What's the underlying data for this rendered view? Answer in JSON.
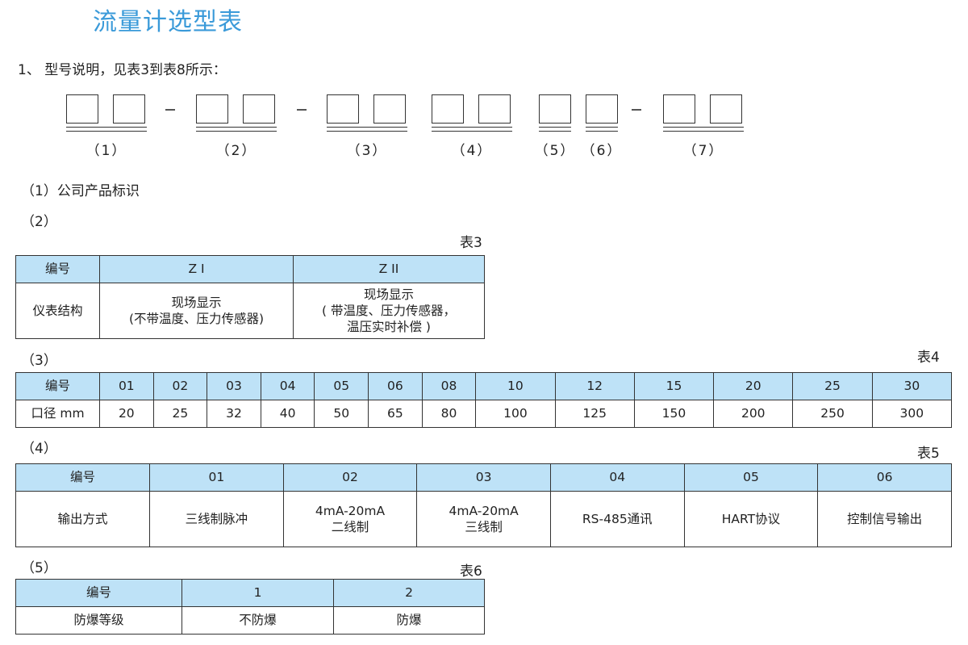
{
  "title": "流量计选型表",
  "intro": "1、 型号说明，见表3到表8所示：",
  "model_groups": [
    "（1）",
    "（2）",
    "（3）",
    "（4）",
    "（5）",
    "（6）",
    "（7）"
  ],
  "sections": {
    "s1": "（1）公司产品标识",
    "s2": "（2）",
    "s3": "（3）",
    "s4": "（4）",
    "s5": "（5）"
  },
  "table3": {
    "label": "表3",
    "header": [
      "编号",
      "Z I",
      "Z II"
    ],
    "row_head": "仪表结构",
    "cells": [
      [
        "现场显示",
        "(不带温度、压力传感器)"
      ],
      [
        "现场显示",
        "( 带温度、压力传感器，",
        "温压实时补偿 )"
      ]
    ]
  },
  "table4": {
    "label": "表4",
    "header_label": "编号",
    "row_label": "口径  mm",
    "codes": [
      "01",
      "02",
      "03",
      "04",
      "05",
      "06",
      "08",
      "10",
      "12",
      "15",
      "20",
      "25",
      "30"
    ],
    "diameters": [
      "20",
      "25",
      "32",
      "40",
      "50",
      "65",
      "80",
      "100",
      "125",
      "150",
      "200",
      "250",
      "300"
    ]
  },
  "table5": {
    "label": "表5",
    "header_label": "编号",
    "row_label": "输出方式",
    "codes": [
      "01",
      "02",
      "03",
      "04",
      "05",
      "06"
    ],
    "outputs": [
      [
        "三线制脉冲"
      ],
      [
        "4mA-20mA",
        "二线制"
      ],
      [
        "4mA-20mA",
        "三线制"
      ],
      [
        "RS-485通讯"
      ],
      [
        "HART协议"
      ],
      [
        "控制信号输出"
      ]
    ]
  },
  "table6": {
    "label": "表6",
    "header_label": "编号",
    "row_label": "防爆等级",
    "codes": [
      "1",
      "2"
    ],
    "values": [
      "不防爆",
      "防爆"
    ]
  },
  "colors": {
    "title": "#3a9ad9",
    "header_bg": "#bee2f7",
    "border": "#333333"
  }
}
